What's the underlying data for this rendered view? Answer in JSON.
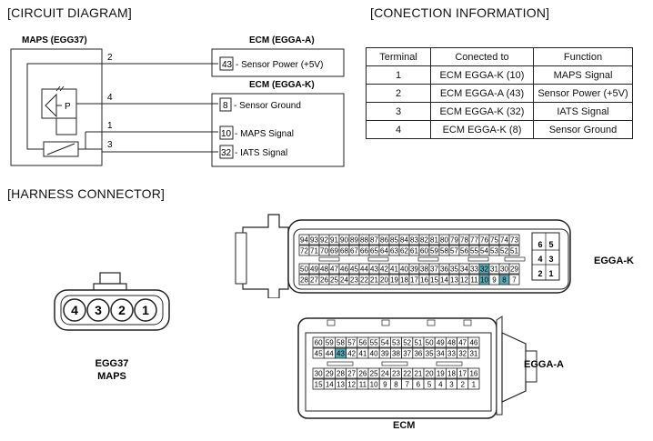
{
  "headings": {
    "circuit": "[CIRCUIT DIAGRAM]",
    "connection": "[CONECTION INFORMATION]",
    "harness": "[HARNESS CONNECTOR]"
  },
  "circuit": {
    "maps_title": "MAPS (EGG37)",
    "ecm_a_title": "ECM (EGGA-A)",
    "ecm_k_title": "ECM (EGGA-K)",
    "maps_pins": [
      "2",
      "4",
      "1",
      "3"
    ],
    "sensor_letter": "P",
    "ecm_a_pin": "43",
    "ecm_a_label": "- Sensor Power (+5V)",
    "ecm_k_pins": [
      {
        "num": "8",
        "label": "- Sensor Ground"
      },
      {
        "num": "10",
        "label": "- MAPS Signal"
      },
      {
        "num": "32",
        "label": "- IATS Signal"
      }
    ]
  },
  "table": {
    "headers": [
      "Terminal",
      "Conected to",
      "Function"
    ],
    "rows": [
      [
        "1",
        "ECM EGGA-K (10)",
        "MAPS Signal"
      ],
      [
        "2",
        "ECM EGGA-A (43)",
        "Sensor Power (+5V)"
      ],
      [
        "3",
        "ECM EGGA-K (32)",
        "IATS Signal"
      ],
      [
        "4",
        "ECM EGGA-K (8)",
        "Sensor Ground"
      ]
    ]
  },
  "harness": {
    "maps_connector": {
      "pins": [
        "4",
        "3",
        "2",
        "1"
      ],
      "label_line1": "EGG37",
      "label_line2": "MAPS"
    },
    "egga_k": {
      "label": "EGGA-K",
      "row1": [
        "94",
        "93",
        "92",
        "91",
        "90",
        "89",
        "88",
        "87",
        "86",
        "85",
        "84",
        "83",
        "82",
        "81",
        "80",
        "79",
        "78",
        "77",
        "76",
        "75",
        "74",
        "73"
      ],
      "row2": [
        "72",
        "71",
        "70",
        "69",
        "68",
        "67",
        "66",
        "65",
        "64",
        "63",
        "62",
        "61",
        "60",
        "59",
        "58",
        "57",
        "56",
        "55",
        "54",
        "53",
        "52",
        "51"
      ],
      "row3": [
        "50",
        "49",
        "48",
        "47",
        "46",
        "45",
        "44",
        "43",
        "42",
        "41",
        "40",
        "39",
        "38",
        "37",
        "36",
        "35",
        "34",
        "33",
        "32",
        "31",
        "30",
        "29"
      ],
      "row4": [
        "28",
        "27",
        "26",
        "25",
        "24",
        "23",
        "22",
        "21",
        "20",
        "19",
        "18",
        "17",
        "16",
        "15",
        "14",
        "13",
        "12",
        "11",
        "10",
        "9",
        "8",
        "7"
      ],
      "side": [
        [
          "6",
          "5"
        ],
        [
          "4",
          "3"
        ],
        [
          "2",
          "1"
        ]
      ],
      "highlight": [
        "32",
        "10",
        "8"
      ],
      "highlight_color": "#5aa9b8"
    },
    "egga_a": {
      "label": "EGGA-A",
      "row1": [
        "60",
        "59",
        "58",
        "57",
        "56",
        "55",
        "54",
        "53",
        "52",
        "51",
        "50",
        "49",
        "48",
        "47",
        "46"
      ],
      "row2": [
        "45",
        "44",
        "43",
        "42",
        "41",
        "40",
        "39",
        "38",
        "37",
        "36",
        "35",
        "34",
        "33",
        "32",
        "31"
      ],
      "row3": [
        "30",
        "29",
        "28",
        "27",
        "26",
        "25",
        "24",
        "23",
        "22",
        "21",
        "20",
        "19",
        "18",
        "17",
        "16"
      ],
      "row4": [
        "15",
        "14",
        "13",
        "12",
        "11",
        "10",
        "9",
        "8",
        "7",
        "6",
        "5",
        "4",
        "3",
        "2",
        "1"
      ],
      "highlight": [
        "43"
      ],
      "highlight_color": "#5aa9b8"
    },
    "ecm_label": "ECM"
  }
}
